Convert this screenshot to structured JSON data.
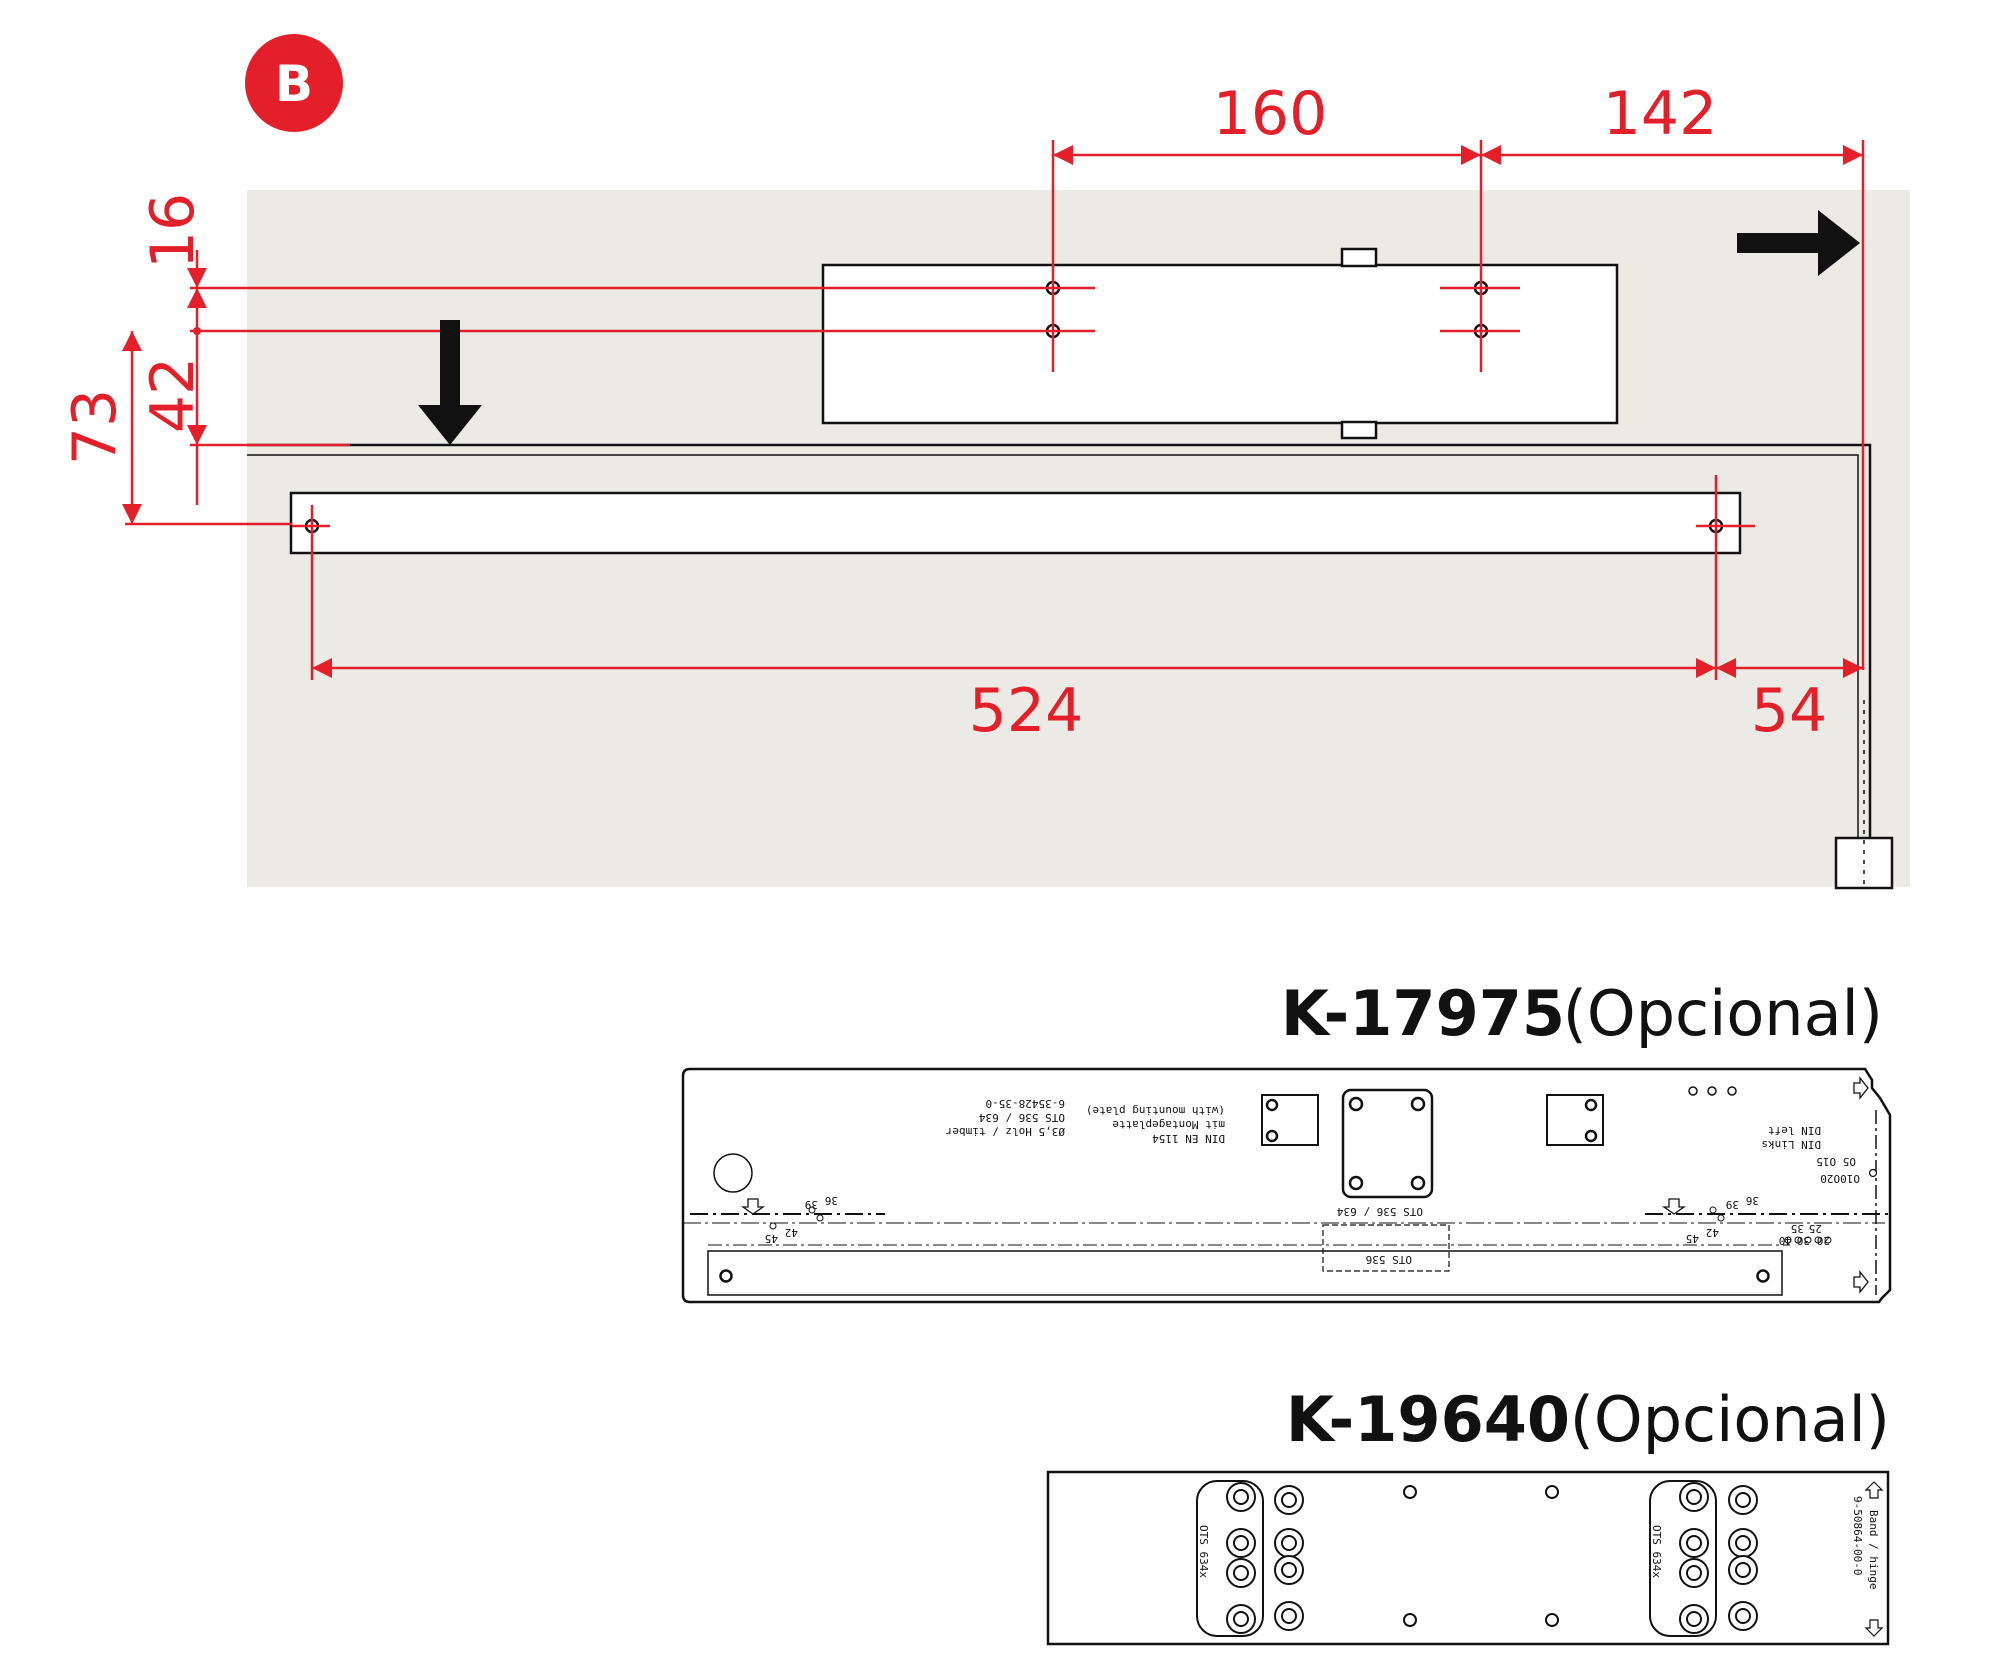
{
  "badge": "B",
  "dimensions": {
    "d160": "160",
    "d142": "142",
    "d16": "16",
    "d42": "42",
    "d73": "73",
    "d524": "524",
    "d54": "54"
  },
  "plate1": {
    "code": "K-17975",
    "optional": "(Opcional)",
    "texts": {
      "part_no": "6-35428-35-0",
      "ots_line": "OTS 536 / 634",
      "holz": "Ø3,5 Holz / timber",
      "din": "DIN EN 1154",
      "mit": "mit Montageplatte",
      "with": "(with mounting plate)",
      "ots_center": "OTS 536 / 634",
      "ots_bottom": "OTS 536",
      "din_links": "DIN Links",
      "din_left": "DIN left",
      "c": "O5 O15",
      "o10": "O10O20",
      "n36": "36",
      "n39": "39",
      "n42": "42",
      "n45": "45",
      "n36b": "36",
      "n39b": "39",
      "n42b": "42",
      "n45b": "45",
      "n35": "35",
      "n25": "25",
      "n40": "40",
      "n30": "30",
      "n20": "20"
    }
  },
  "plate2": {
    "code": "K-19640",
    "optional": "(Opcional)",
    "texts": {
      "ots_left": "OTS 634x",
      "ots_right": "OTS 634x",
      "band": "Band / hinge",
      "part_no": "9-50864-00-0"
    }
  },
  "colors": {
    "accent": "#e3202a",
    "panel": "#ebeae5",
    "line": "#111111"
  }
}
